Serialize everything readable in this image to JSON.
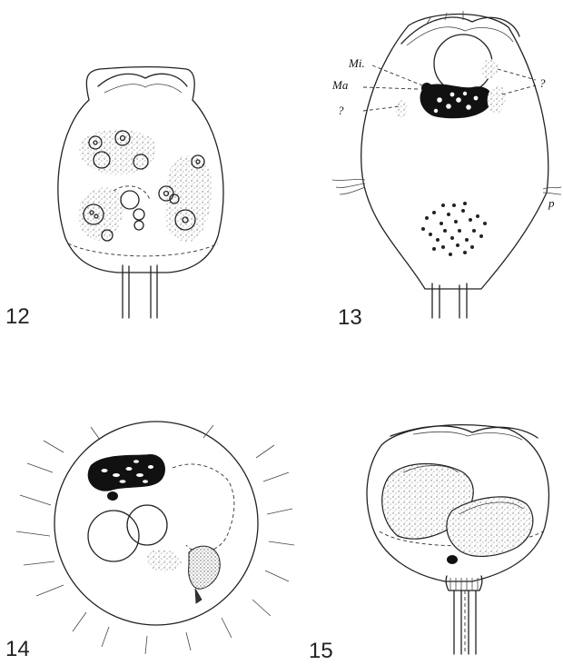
{
  "figures": [
    {
      "number": "12"
    },
    {
      "number": "13",
      "labels": {
        "mi": "Mi.",
        "ma": "Ma",
        "q_left": "?",
        "q_right": "?",
        "p": "p"
      }
    },
    {
      "number": "14"
    },
    {
      "number": "15"
    }
  ],
  "colors": {
    "ink": "#222222",
    "paper": "#ffffff"
  }
}
